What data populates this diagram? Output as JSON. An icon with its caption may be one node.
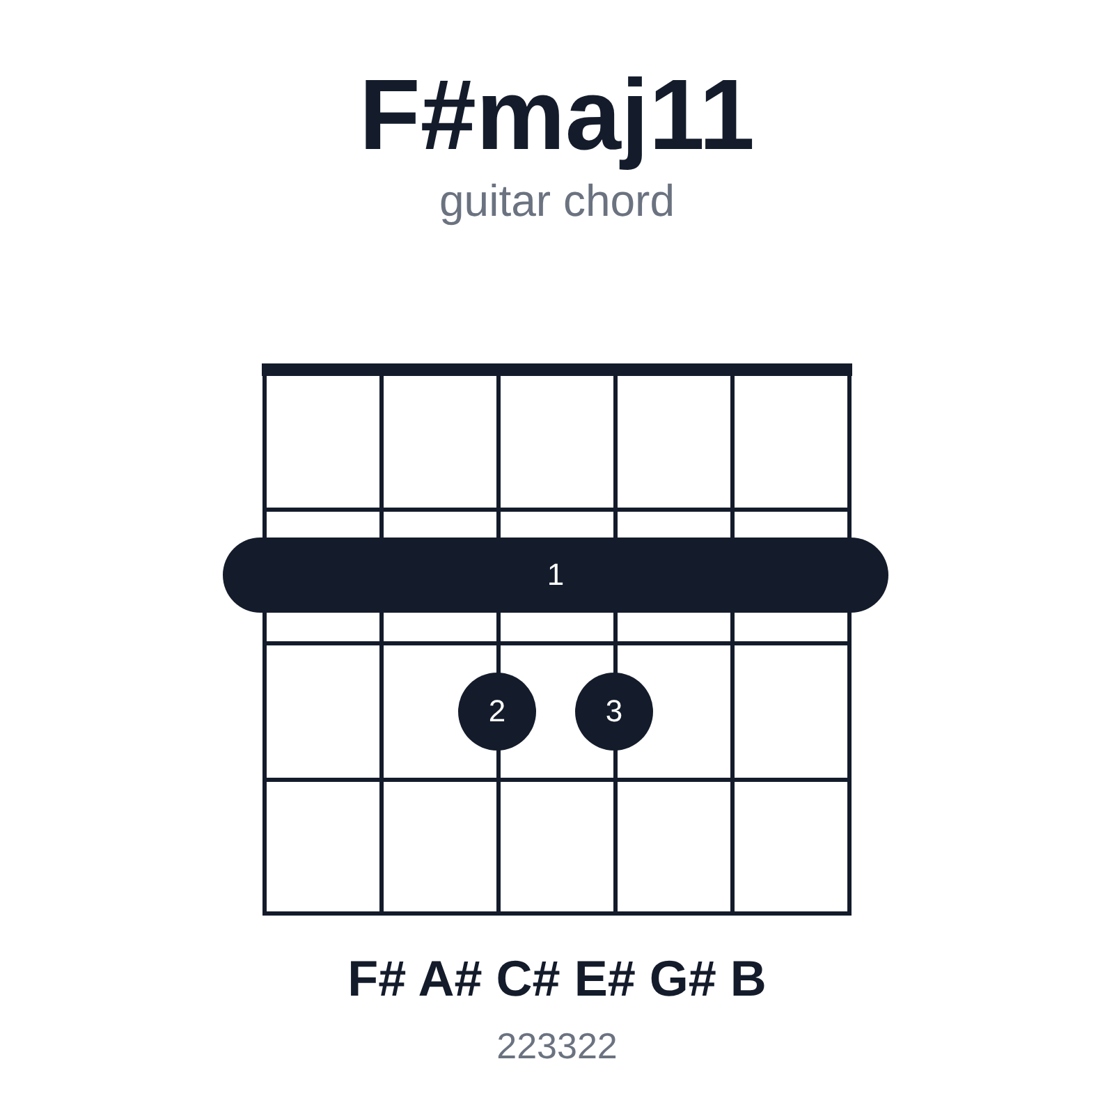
{
  "diagram": {
    "title": "F#maj11",
    "nodes": [
      {
        "text": [
          "1"
        ]
      },
      {
        "text": [
          "2"
        ]
      },
      {
        "text": [
          "3"
        ]
      }
    ],
    "labels": [
      "guitar chord",
      "F# A# C# E# G# B",
      "223322"
    ]
  }
}
